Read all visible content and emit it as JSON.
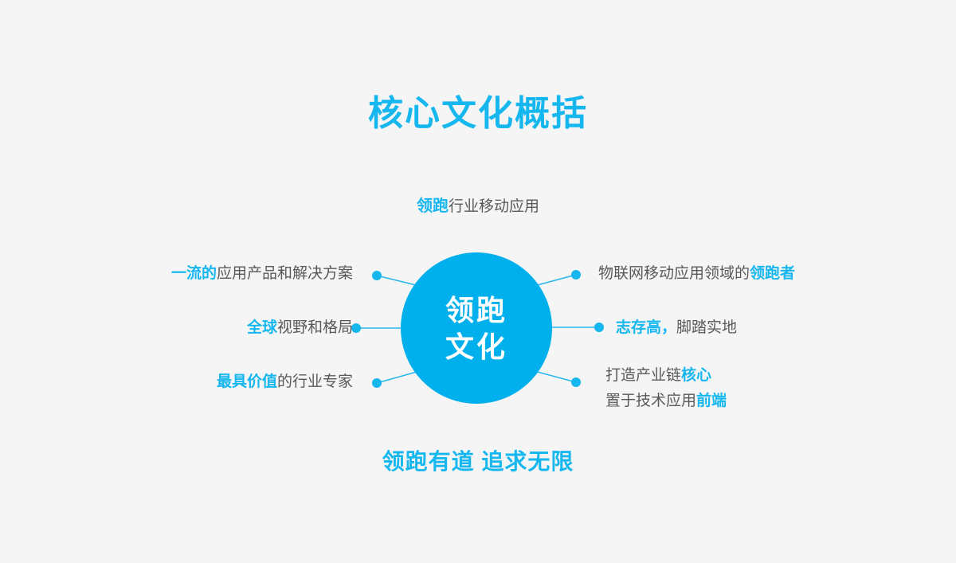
{
  "colors": {
    "background": "#f5f5f5",
    "accent": "#16b7ef",
    "circle": "#00b0ec",
    "text_dark": "#58595b",
    "text_white": "#ffffff",
    "connector": "#29b6ef"
  },
  "header": {
    "title": "核心文化概括"
  },
  "center": {
    "line1": "领跑",
    "line2": "文化"
  },
  "spokes": {
    "top": {
      "highlight": "领跑",
      "plain": "行业移动应用"
    },
    "left": [
      {
        "highlight": "一流的",
        "plain": "应用产品和解决方案"
      },
      {
        "highlight": "全球",
        "plain": "视野和格局"
      },
      {
        "highlight": "最具价值",
        "plain": "的行业专家"
      }
    ],
    "right": [
      {
        "plain": "物联网移动应用领域的",
        "highlight": "领跑者"
      },
      {
        "highlight": "志存高，",
        "plain": "脚踏实地"
      },
      {
        "line1_plain": "打造产业链",
        "line1_highlight": "核心",
        "line2_plain": "置于技术应用",
        "line2_highlight": "前端"
      }
    ]
  },
  "footer": {
    "slogan": "领跑有道  追求无限"
  }
}
